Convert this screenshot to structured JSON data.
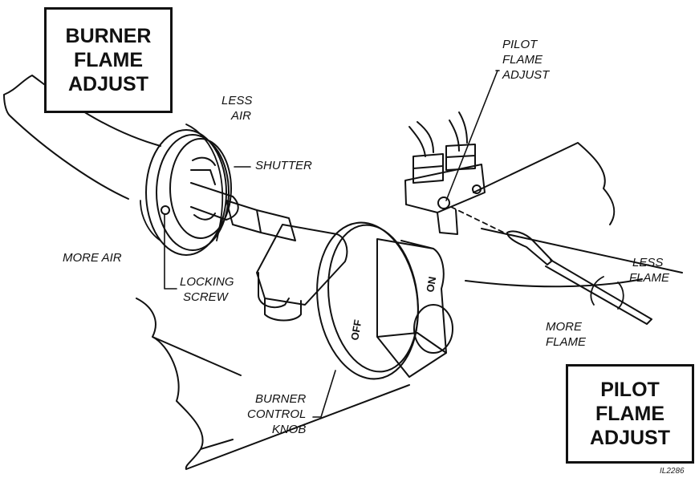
{
  "boxes": {
    "burner": [
      "BURNER",
      "FLAME",
      "ADJUST"
    ],
    "pilot": [
      "PILOT",
      "FLAME",
      "ADJUST"
    ]
  },
  "labels": {
    "less_air": [
      "LESS",
      "AIR"
    ],
    "shutter": "SHUTTER",
    "more_air": "MORE AIR",
    "locking_screw": [
      "LOCKING",
      "SCREW"
    ],
    "pilot_flame_adjust": [
      "PILOT",
      "FLAME",
      "ADJUST"
    ],
    "less_flame": [
      "LESS",
      "FLAME"
    ],
    "more_flame": [
      "MORE",
      "FLAME"
    ],
    "burner_control_knob": [
      "BURNER",
      "CONTROL",
      "KNOB"
    ]
  },
  "knob": {
    "on": "ON",
    "off": "OFF"
  },
  "figure_code": "IL2286"
}
